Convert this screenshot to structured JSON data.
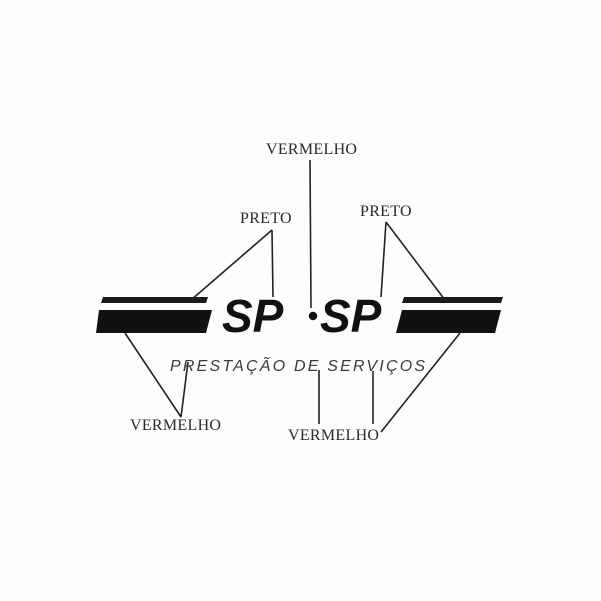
{
  "logo": {
    "brand_left": "SP",
    "brand_separator": "·",
    "brand_right": "SP",
    "tagline": "PRESTAÇÃO DE SERVIÇOS"
  },
  "annotations": {
    "top_center": "VERMELHO",
    "upper_left": "PRETO",
    "upper_right": "PRETO",
    "lower_left": "VERMELHO",
    "lower_center": "VERMELHO"
  },
  "colors": {
    "ink": "#111111",
    "background": "#ffffff"
  }
}
